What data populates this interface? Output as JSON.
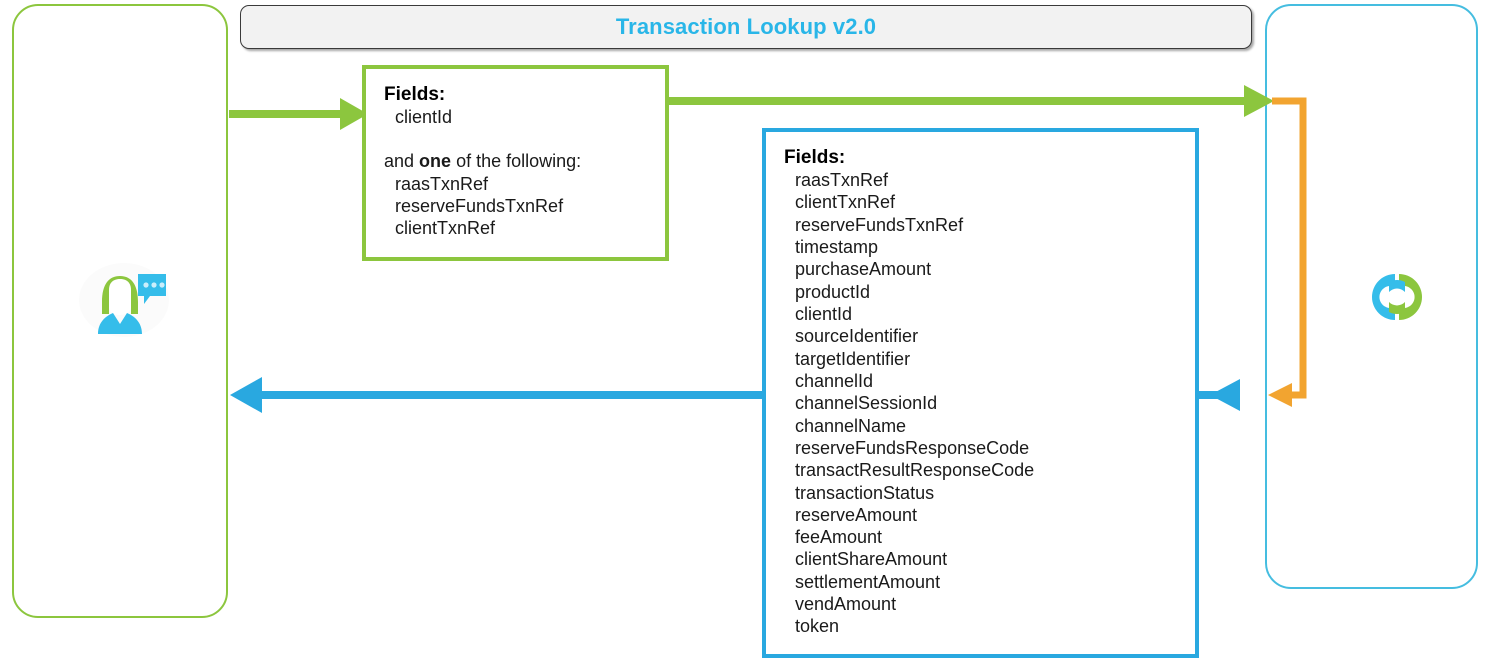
{
  "diagram": {
    "title": "Transaction Lookup v2.0",
    "type": "sequence-diagram",
    "colors": {
      "title_text": "#29b6e8",
      "title_bar_bg": "#f2f2f2",
      "green": "#8cc63e",
      "blue": "#29a8e0",
      "orange": "#f2a430",
      "lane_right_border": "#45bde0"
    }
  },
  "lanes": {
    "left": {
      "name": "client-actor-lane",
      "icon": "person-with-chat-bubble-icon"
    },
    "right": {
      "name": "service-lane",
      "icon": "interlocked-rings-logo-icon"
    }
  },
  "request_box": {
    "heading": "Fields:",
    "fields": [
      "clientId"
    ],
    "note_prefix": "and ",
    "note_bold": "one",
    "note_suffix": " of the following:",
    "alternatives": [
      "raasTxnRef",
      "reserveFundsTxnRef",
      "clientTxnRef"
    ]
  },
  "response_box": {
    "heading": "Fields:",
    "fields": [
      "raasTxnRef",
      "clientTxnRef",
      "reserveFundsTxnRef",
      "timestamp",
      "purchaseAmount",
      "productId",
      "clientId",
      "sourceIdentifier",
      "targetIdentifier",
      "channelId",
      "channelSessionId",
      "channelName",
      "reserveFundsResponseCode",
      "transactResultResponseCode",
      "transactionStatus",
      "reserveAmount",
      "feeAmount",
      "clientShareAmount",
      "settlementAmount",
      "vendAmount",
      "token"
    ]
  },
  "connectors": [
    {
      "name": "request-arrow-actor-to-box",
      "color": "#8cc63e",
      "direction": "right"
    },
    {
      "name": "request-arrow-box-to-service",
      "color": "#8cc63e",
      "direction": "right"
    },
    {
      "name": "service-internal-loop",
      "color": "#f2a430",
      "direction": "left"
    },
    {
      "name": "response-arrow-service-to-actor",
      "color": "#29a8e0",
      "direction": "left"
    }
  ]
}
